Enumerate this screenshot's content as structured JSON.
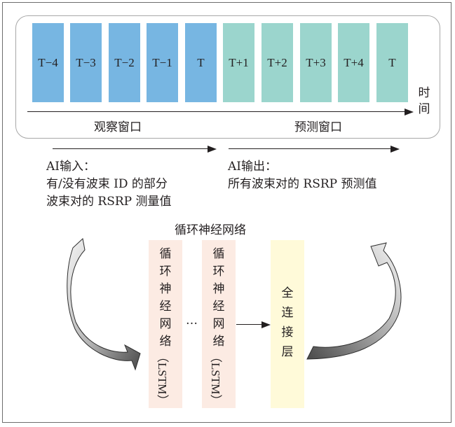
{
  "observation_window": {
    "label": "观察窗口",
    "steps": [
      "T−4",
      "T−3",
      "T−2",
      "T−1",
      "T"
    ],
    "color": "#77b6e2"
  },
  "prediction_window": {
    "label": "预测窗口",
    "steps": [
      "T+1",
      "T+2",
      "T+3",
      "T+4",
      "T"
    ],
    "color": "#9bd5cd"
  },
  "time_axis": {
    "label_chars": [
      "时",
      "间"
    ]
  },
  "ai_input": {
    "title": "AI输入：",
    "lines": [
      "有/没有波束 ID 的部分",
      "波束对的 RSRP 测量值"
    ]
  },
  "ai_output": {
    "title": "AI输出：",
    "lines": [
      "所有波束对的 RSRP 预测值"
    ]
  },
  "network": {
    "title": "循环神经网络",
    "rnn_cells": [
      {
        "chars": [
          "循",
          "环",
          "神",
          "经",
          "网",
          "络"
        ],
        "suffix": "（LSTM）"
      },
      {
        "chars": [
          "循",
          "环",
          "神",
          "经",
          "网",
          "络"
        ],
        "suffix": "（LSTM）"
      }
    ],
    "ellipsis": "…",
    "fc_layer": {
      "chars": [
        "全",
        "连",
        "接",
        "层"
      ]
    },
    "rnn_color": "#fcebe3",
    "fc_color": "#fffad9"
  }
}
